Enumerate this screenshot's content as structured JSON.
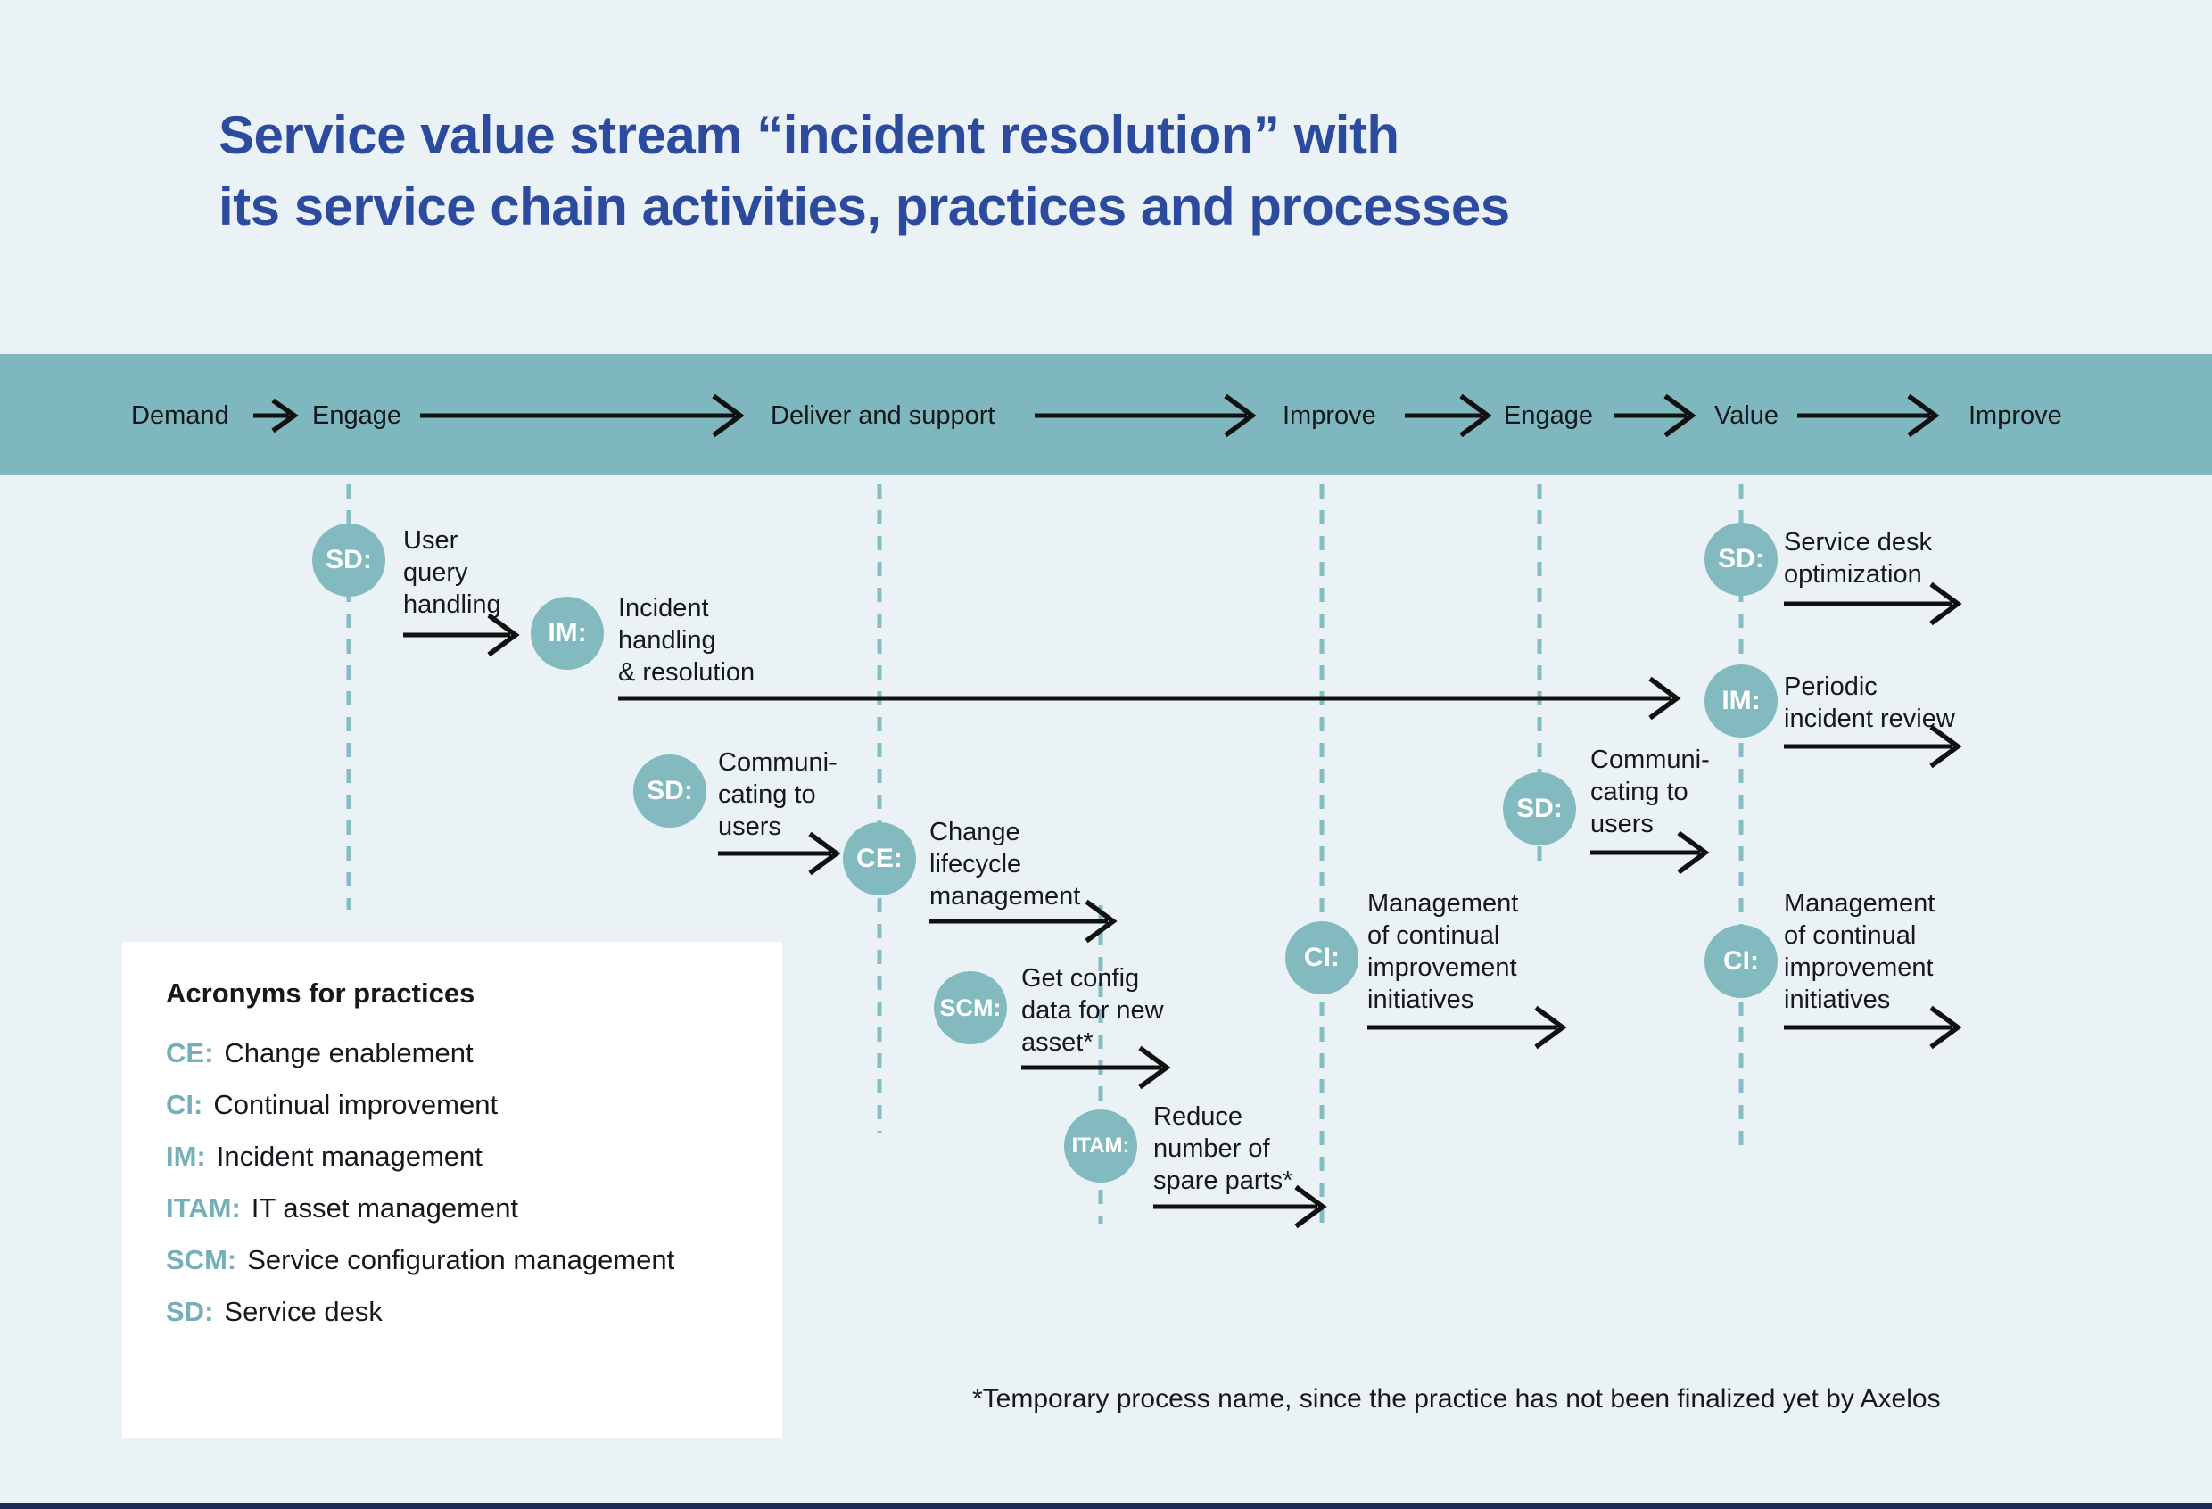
{
  "title": {
    "line1": "Service value stream “incident resolution” with",
    "line2": "its service chain activities, practices and processes"
  },
  "banner": {
    "items": [
      "Demand",
      "Engage",
      "Deliver and support",
      "Improve",
      "Engage",
      "Value",
      "Improve"
    ]
  },
  "nodes": [
    {
      "acronym": "SD:",
      "label": "User\nquery\nhandling"
    },
    {
      "acronym": "IM:",
      "label": "Incident\nhandling\n& resolution"
    },
    {
      "acronym": "SD:",
      "label": "Communi-\ncating to\nusers"
    },
    {
      "acronym": "CE:",
      "label": "Change\nlifecycle\nmanagement"
    },
    {
      "acronym": "SCM:",
      "label": "Get config\ndata for new\nasset*"
    },
    {
      "acronym": "ITAM:",
      "label": "Reduce\nnumber of\nspare parts*"
    },
    {
      "acronym": "CI:",
      "label": "Management\nof continual\nimprovement\ninitiatives"
    },
    {
      "acronym": "SD:",
      "label": "Communi-\ncating to\nusers"
    },
    {
      "acronym": "SD:",
      "label": "Service desk\noptimization"
    },
    {
      "acronym": "IM:",
      "label": "Periodic\nincident review"
    },
    {
      "acronym": "CI:",
      "label": "Management\nof continual\nimprovement\ninitiatives"
    }
  ],
  "legend": {
    "title": "Acronyms for practices",
    "items": [
      {
        "acronym": "CE:",
        "text": "Change enablement"
      },
      {
        "acronym": "CI:",
        "text": "Continual improvement"
      },
      {
        "acronym": "IM:",
        "text": "Incident management"
      },
      {
        "acronym": "ITAM:",
        "text": "IT asset management"
      },
      {
        "acronym": "SCM:",
        "text": "Service configuration management"
      },
      {
        "acronym": "SD:",
        "text": "Service desk"
      }
    ]
  },
  "footnote": "*Temporary process name, since the practice has not been finalized yet by Axelos",
  "colors": {
    "background": "#eaf2f5",
    "banner": "#7eb7bd",
    "node_circle": "#82bac0",
    "dashed_line": "#84bdc3",
    "title_text": "#2d4b9e",
    "body_text": "#15191d",
    "legend_acronym": "#74afba",
    "legend_background": "#ffffff",
    "arrow": "#111111",
    "footer_bar": "#1c2b56"
  }
}
